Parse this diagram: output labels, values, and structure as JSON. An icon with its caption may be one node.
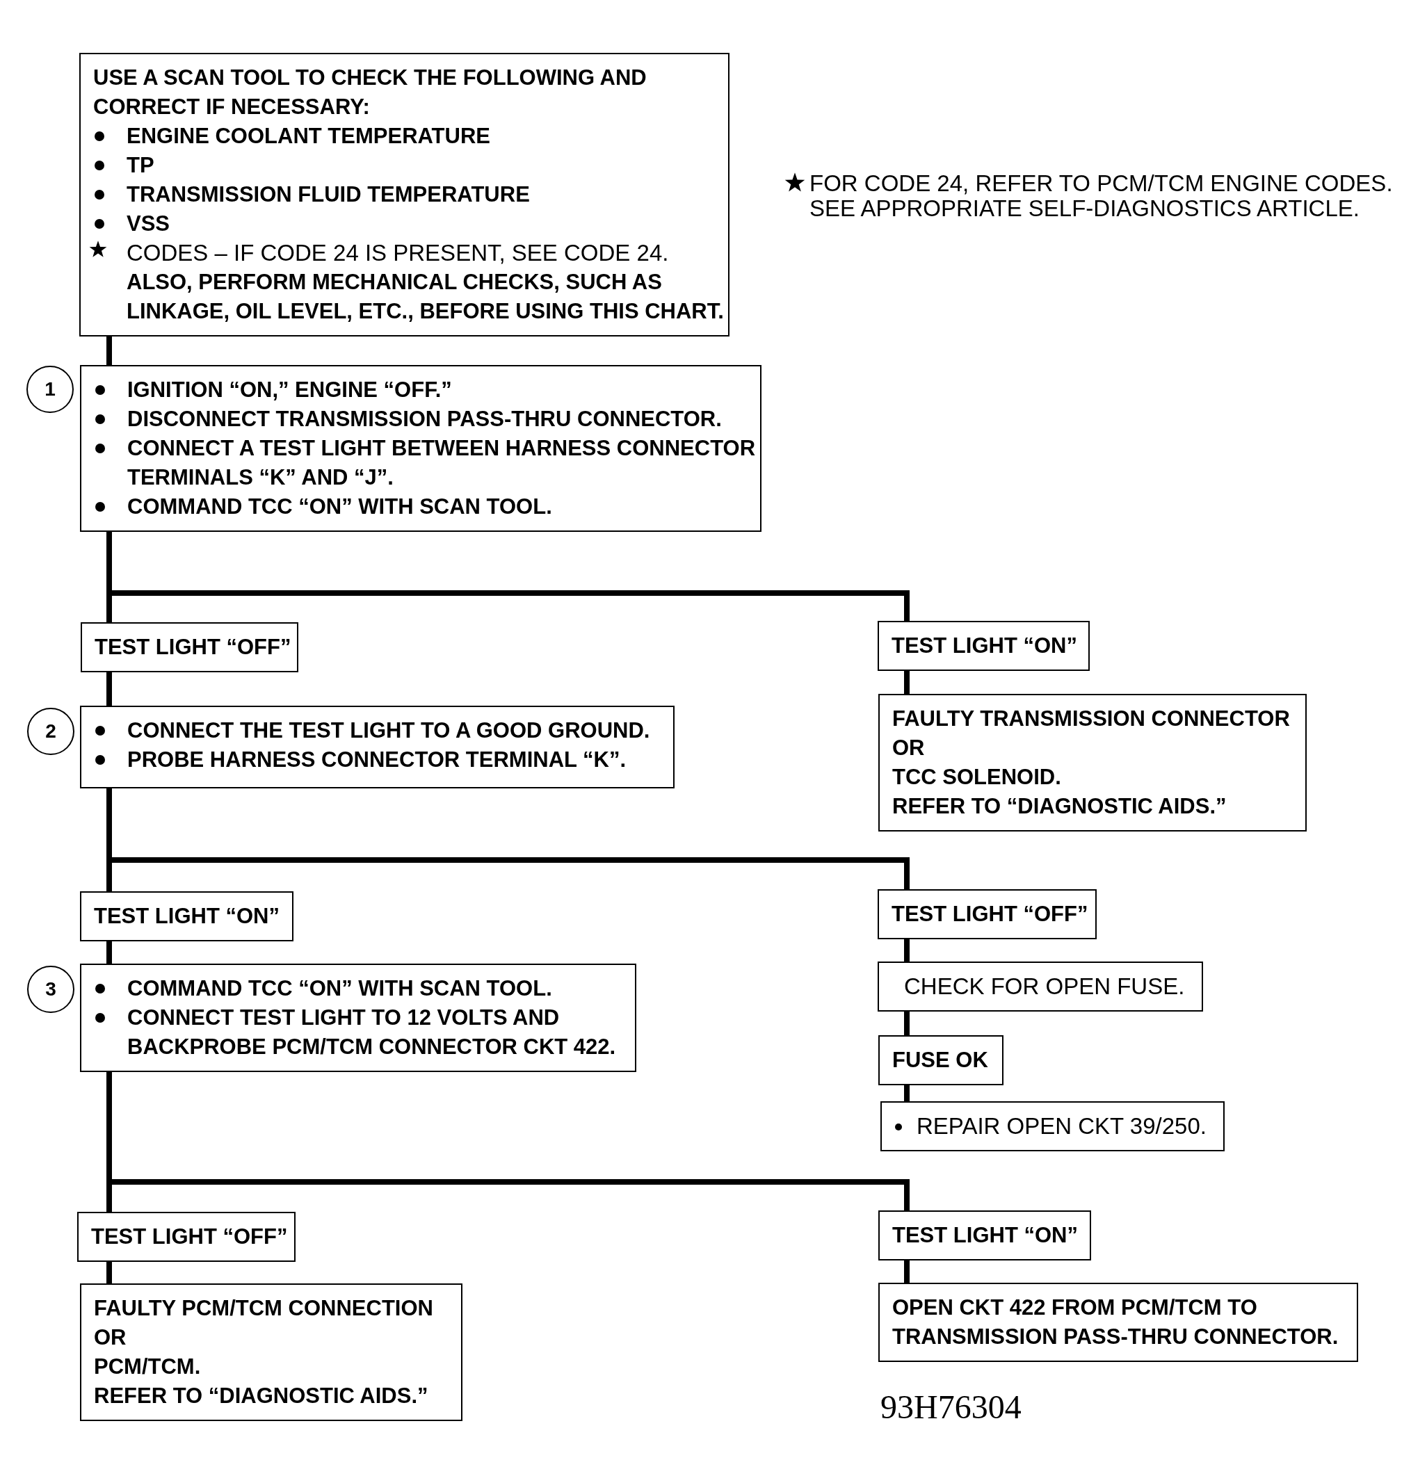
{
  "diagram": {
    "nodes": [
      {
        "text": [
          "USE A SCAN TOOL TO CHECK THE FOLLOWING AND CORRECT IF NECESSARY:",
          "ENGINE COOLANT TEMPERATURE",
          "TP",
          "TRANSMISSION FLUID TEMPERATURE",
          "VSS",
          "CODES – IF CODE 24 IS PRESENT, SEE CODE 24.",
          "ALSO, PERFORM MECHANICAL CHECKS, SUCH AS LINKAGE, OIL LEVEL, ETC., BEFORE USING THIS CHART."
        ]
      },
      {
        "text": [
          "1"
        ]
      },
      {
        "text": [
          "IGNITION “ON,” ENGINE “OFF.”",
          "DISCONNECT TRANSMISSION PASS-THRU CONNECTOR.",
          "CONNECT A TEST LIGHT BETWEEN HARNESS CONNECTOR TERMINALS “K” AND “J”.",
          "COMMAND TCC “ON” WITH SCAN TOOL."
        ]
      },
      {
        "text": [
          "TEST LIGHT “OFF”"
        ]
      },
      {
        "text": [
          "TEST LIGHT “ON”"
        ]
      },
      {
        "text": [
          "2"
        ]
      },
      {
        "text": [
          "CONNECT THE TEST LIGHT TO A GOOD GROUND.",
          "PROBE HARNESS CONNECTOR TERMINAL “K”."
        ]
      },
      {
        "text": [
          "FAULTY TRANSMISSION CONNECTOR",
          "OR",
          "TCC SOLENOID.",
          "REFER TO “DIAGNOSTIC AIDS.”"
        ]
      },
      {
        "text": [
          "TEST LIGHT “ON”"
        ]
      },
      {
        "text": [
          "TEST LIGHT “OFF”"
        ]
      },
      {
        "text": [
          "3"
        ]
      },
      {
        "text": [
          "COMMAND TCC “ON” WITH SCAN TOOL.",
          "CONNECT TEST LIGHT TO 12 VOLTS AND BACKPROBE PCM/TCM CONNECTOR CKT 422."
        ]
      },
      {
        "text": [
          "CHECK FOR OPEN FUSE."
        ]
      },
      {
        "text": [
          "FUSE OK"
        ]
      },
      {
        "text": [
          "REPAIR OPEN CKT 39/250."
        ]
      },
      {
        "text": [
          "TEST LIGHT “OFF”"
        ]
      },
      {
        "text": [
          "TEST LIGHT “ON”"
        ]
      },
      {
        "text": [
          "FAULTY PCM/TCM CONNECTION",
          "OR",
          "PCM/TCM.",
          "REFER TO “DIAGNOSTIC AIDS.”"
        ]
      },
      {
        "text": [
          "OPEN CKT 422 FROM PCM/TCM TO TRANSMISSION PASS-THRU CONNECTOR."
        ]
      }
    ],
    "edges": [
      {
        "from": 0,
        "to": 2,
        "arrow": "none"
      },
      {
        "from": 2,
        "to": 3,
        "arrow": "none"
      },
      {
        "from": 2,
        "to": 4,
        "arrow": "none"
      },
      {
        "from": 3,
        "to": 6,
        "arrow": "none"
      },
      {
        "from": 4,
        "to": 7,
        "arrow": "none"
      },
      {
        "from": 6,
        "to": 8,
        "arrow": "none"
      },
      {
        "from": 6,
        "to": 9,
        "arrow": "none"
      },
      {
        "from": 8,
        "to": 11,
        "arrow": "none"
      },
      {
        "from": 9,
        "to": 12,
        "arrow": "none"
      },
      {
        "from": 12,
        "to": 13,
        "arrow": "none"
      },
      {
        "from": 13,
        "to": 14,
        "arrow": "none"
      },
      {
        "from": 11,
        "to": 15,
        "arrow": "none"
      },
      {
        "from": 11,
        "to": 16,
        "arrow": "none"
      },
      {
        "from": 15,
        "to": 17,
        "arrow": "none"
      },
      {
        "from": 16,
        "to": 18,
        "arrow": "none"
      }
    ],
    "labels": [
      "FOR CODE 24, REFER TO PCM/TCM ENGINE CODES. SEE APPROPRIATE SELF-DIAGNOSTICS ARTICLE.",
      "93H76304"
    ]
  }
}
